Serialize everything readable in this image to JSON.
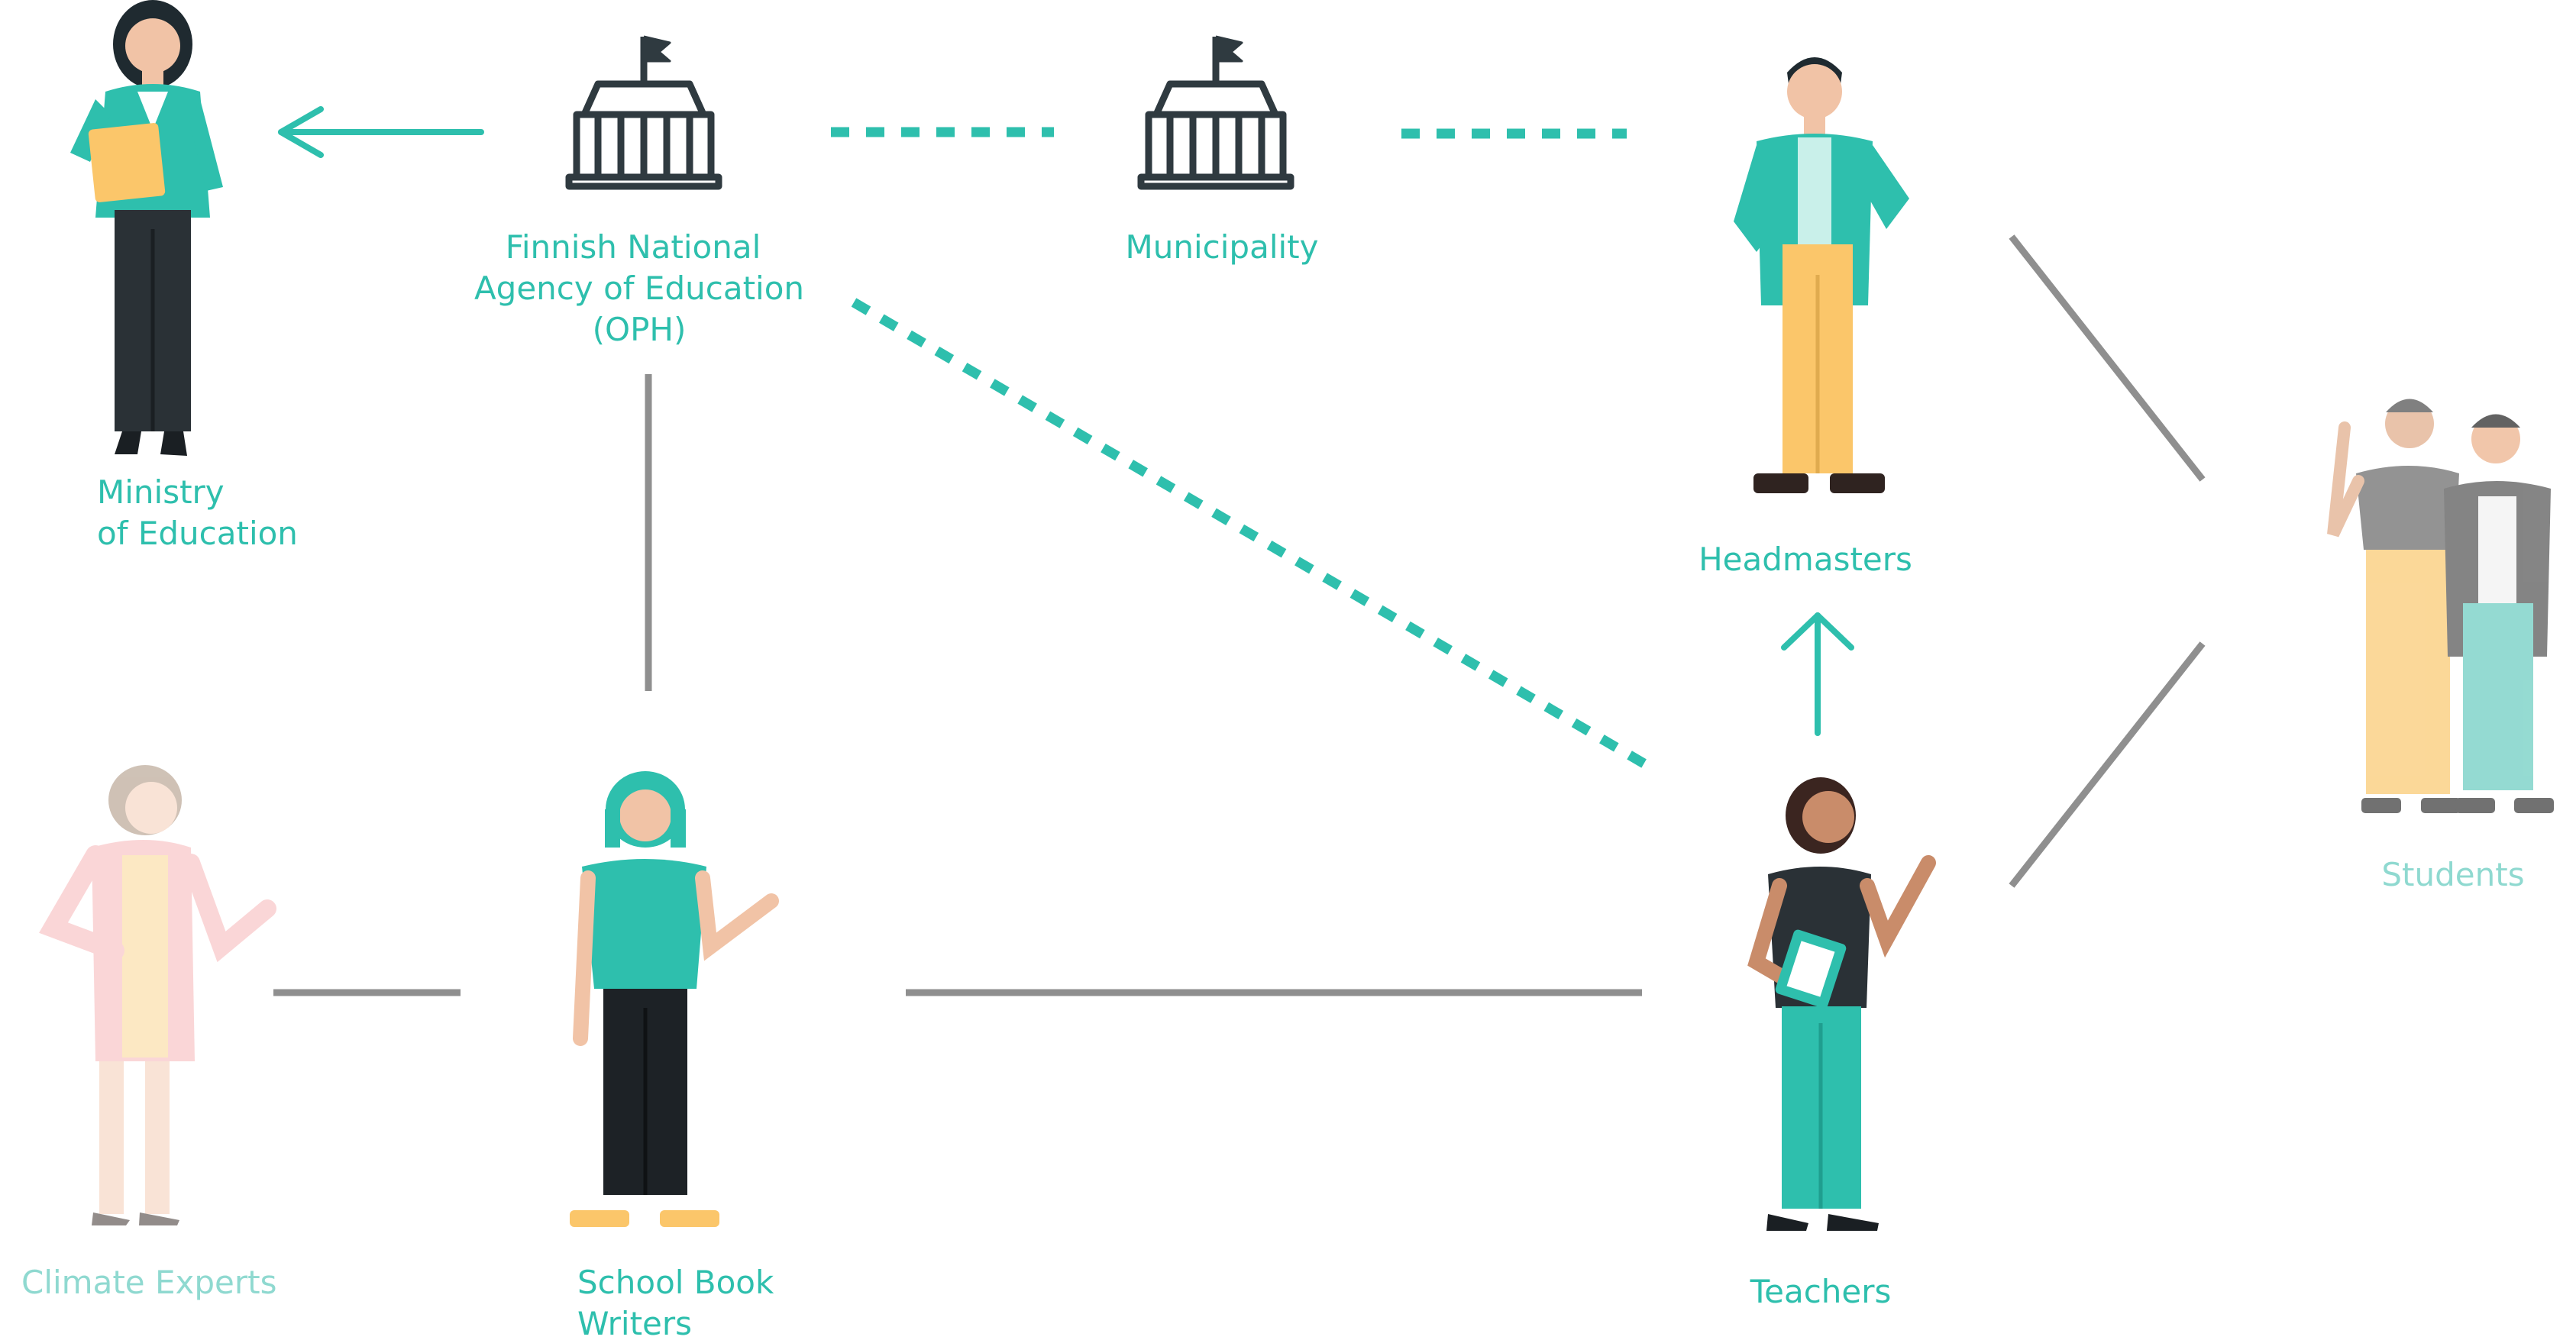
{
  "colors": {
    "teal": "#2ebfad",
    "teal_light": "#8fd9d0",
    "gray_line": "#8f8f8f",
    "dark": "#2f3a40",
    "skin": "#f1c3a6",
    "yellow": "#fbc66a"
  },
  "nodes": {
    "ministry": {
      "line1": "Ministry",
      "line2": "of Education"
    },
    "oph": {
      "line1": "Finnish National",
      "line2": "Agency of Education",
      "line3": "(OPH)"
    },
    "municipality": {
      "label": "Municipality"
    },
    "headmasters": {
      "label": "Headmasters"
    },
    "students": {
      "label": "Students"
    },
    "climate": {
      "label": "Climate Experts"
    },
    "writers": {
      "line1": "School Book",
      "line2": "Writers"
    },
    "teachers": {
      "label": "Teachers"
    }
  },
  "icons": {
    "oph": "government-building-icon",
    "municipality": "government-building-icon",
    "arrow_left": "arrow-left-icon",
    "arrow_up": "arrow-up-icon"
  },
  "connections": [
    {
      "from": "oph",
      "to": "ministry",
      "style": "arrow"
    },
    {
      "from": "oph",
      "to": "municipality",
      "style": "dotted"
    },
    {
      "from": "municipality",
      "to": "headmasters",
      "style": "dotted"
    },
    {
      "from": "oph",
      "to": "teachers",
      "style": "dotted"
    },
    {
      "from": "oph",
      "to": "writers",
      "style": "solid"
    },
    {
      "from": "climate",
      "to": "writers",
      "style": "solid"
    },
    {
      "from": "writers",
      "to": "teachers",
      "style": "solid"
    },
    {
      "from": "teachers",
      "to": "headmasters",
      "style": "arrow"
    },
    {
      "from": "headmasters",
      "to": "students",
      "style": "solid"
    },
    {
      "from": "teachers",
      "to": "students",
      "style": "solid"
    }
  ]
}
